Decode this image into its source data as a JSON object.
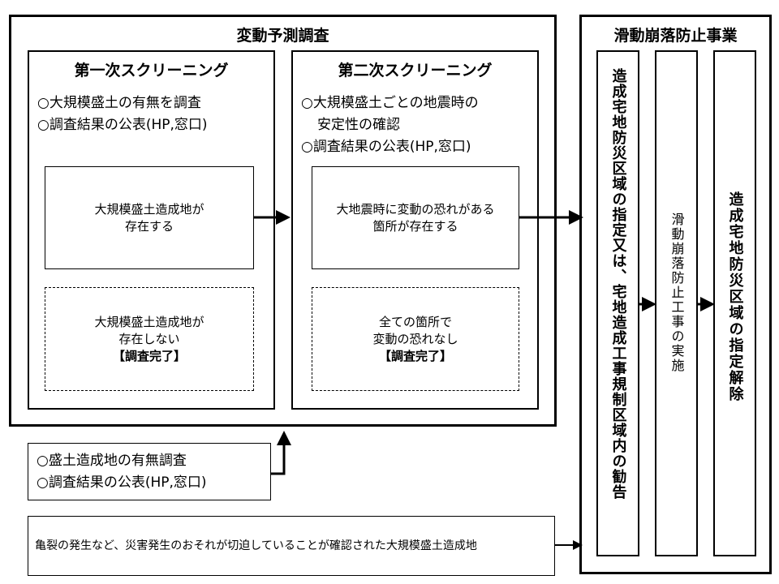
{
  "survey": {
    "title": "変動予測調査",
    "first": {
      "title": "第一次スクリーニング",
      "items": [
        "○大規模盛土の有無を調査",
        "○調査結果の公表(HP,窓口)"
      ],
      "found": [
        "大規模盛土造成地が",
        "存在する"
      ],
      "not_found": [
        "大規模盛土造成地が",
        "存在しない"
      ],
      "complete": "【調査完了】"
    },
    "second": {
      "title": "第二次スクリーニング",
      "items": [
        "○大規模盛土ごとの地震時の",
        "安定性の確認",
        "○調査結果の公表(HP,窓口)"
      ],
      "found": [
        "大地震時に変動の恐れがある",
        "箇所が存在する"
      ],
      "not_found": [
        "全ての箇所で",
        "変動の恐れなし"
      ],
      "complete": "【調査完了】"
    }
  },
  "prelim": {
    "items": [
      "○盛土造成地の有無調査",
      "○調査結果の公表(HP,窓口)"
    ]
  },
  "urgent": {
    "text": "亀裂の発生など、災害発生のおそれが切迫していることが確認された大規模盛土造成地"
  },
  "project": {
    "title": "滑動崩落防止事業",
    "col1": "造成宅地防災区域の指定又は、宅地造成工事規制区域内の勧告",
    "col2": "滑動崩落防止工事の実施",
    "col3": "造成宅地防災区域の指定解除"
  }
}
